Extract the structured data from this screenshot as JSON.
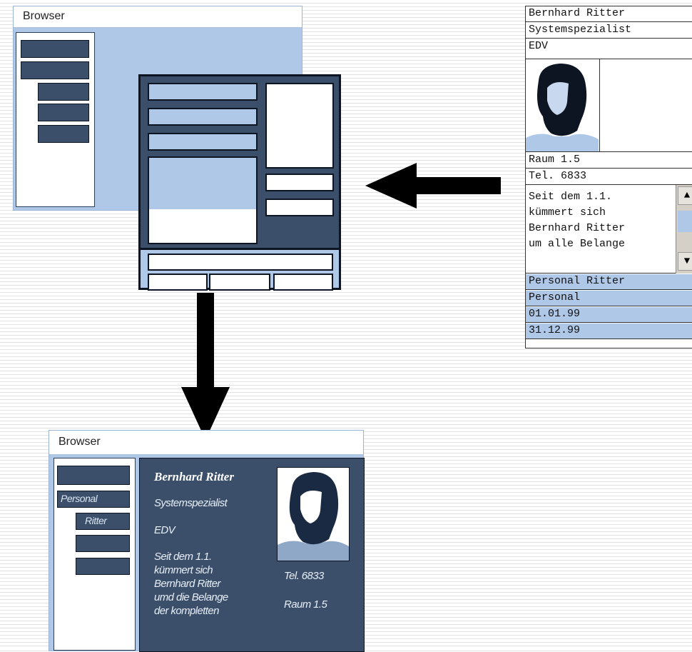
{
  "browser_top": {
    "title": "Browser"
  },
  "record": {
    "name": "Bernhard Ritter",
    "position": "Systemspezialist",
    "department": "EDV",
    "room": "Raum 1.5",
    "phone": "Tel. 6833",
    "description": "Seit dem 1.1.\nkümmert sich\nBernhard Ritter\num alle Belange",
    "scroll_up": "▲",
    "scroll_down": "▼",
    "rows": [
      "Personal Ritter",
      "Personal",
      "01.01.99",
      "31.12.99"
    ]
  },
  "browser_bottom": {
    "title": "Browser",
    "nav": [
      "",
      "Personal",
      "Ritter",
      "",
      ""
    ],
    "name": "Bernhard Ritter",
    "position": "Systemspezialist",
    "department": "EDV",
    "description": [
      "Seit dem 1.1.",
      "kümmert sich",
      "Bernhard Ritter",
      "umd die Belange",
      "der kompletten"
    ],
    "phone": "Tel. 6833",
    "room": "Raum 1.5"
  },
  "colors": {
    "light_blue": "#b0c8e8",
    "dark_blue": "#3b4f6a",
    "outline": "#0d1523"
  }
}
